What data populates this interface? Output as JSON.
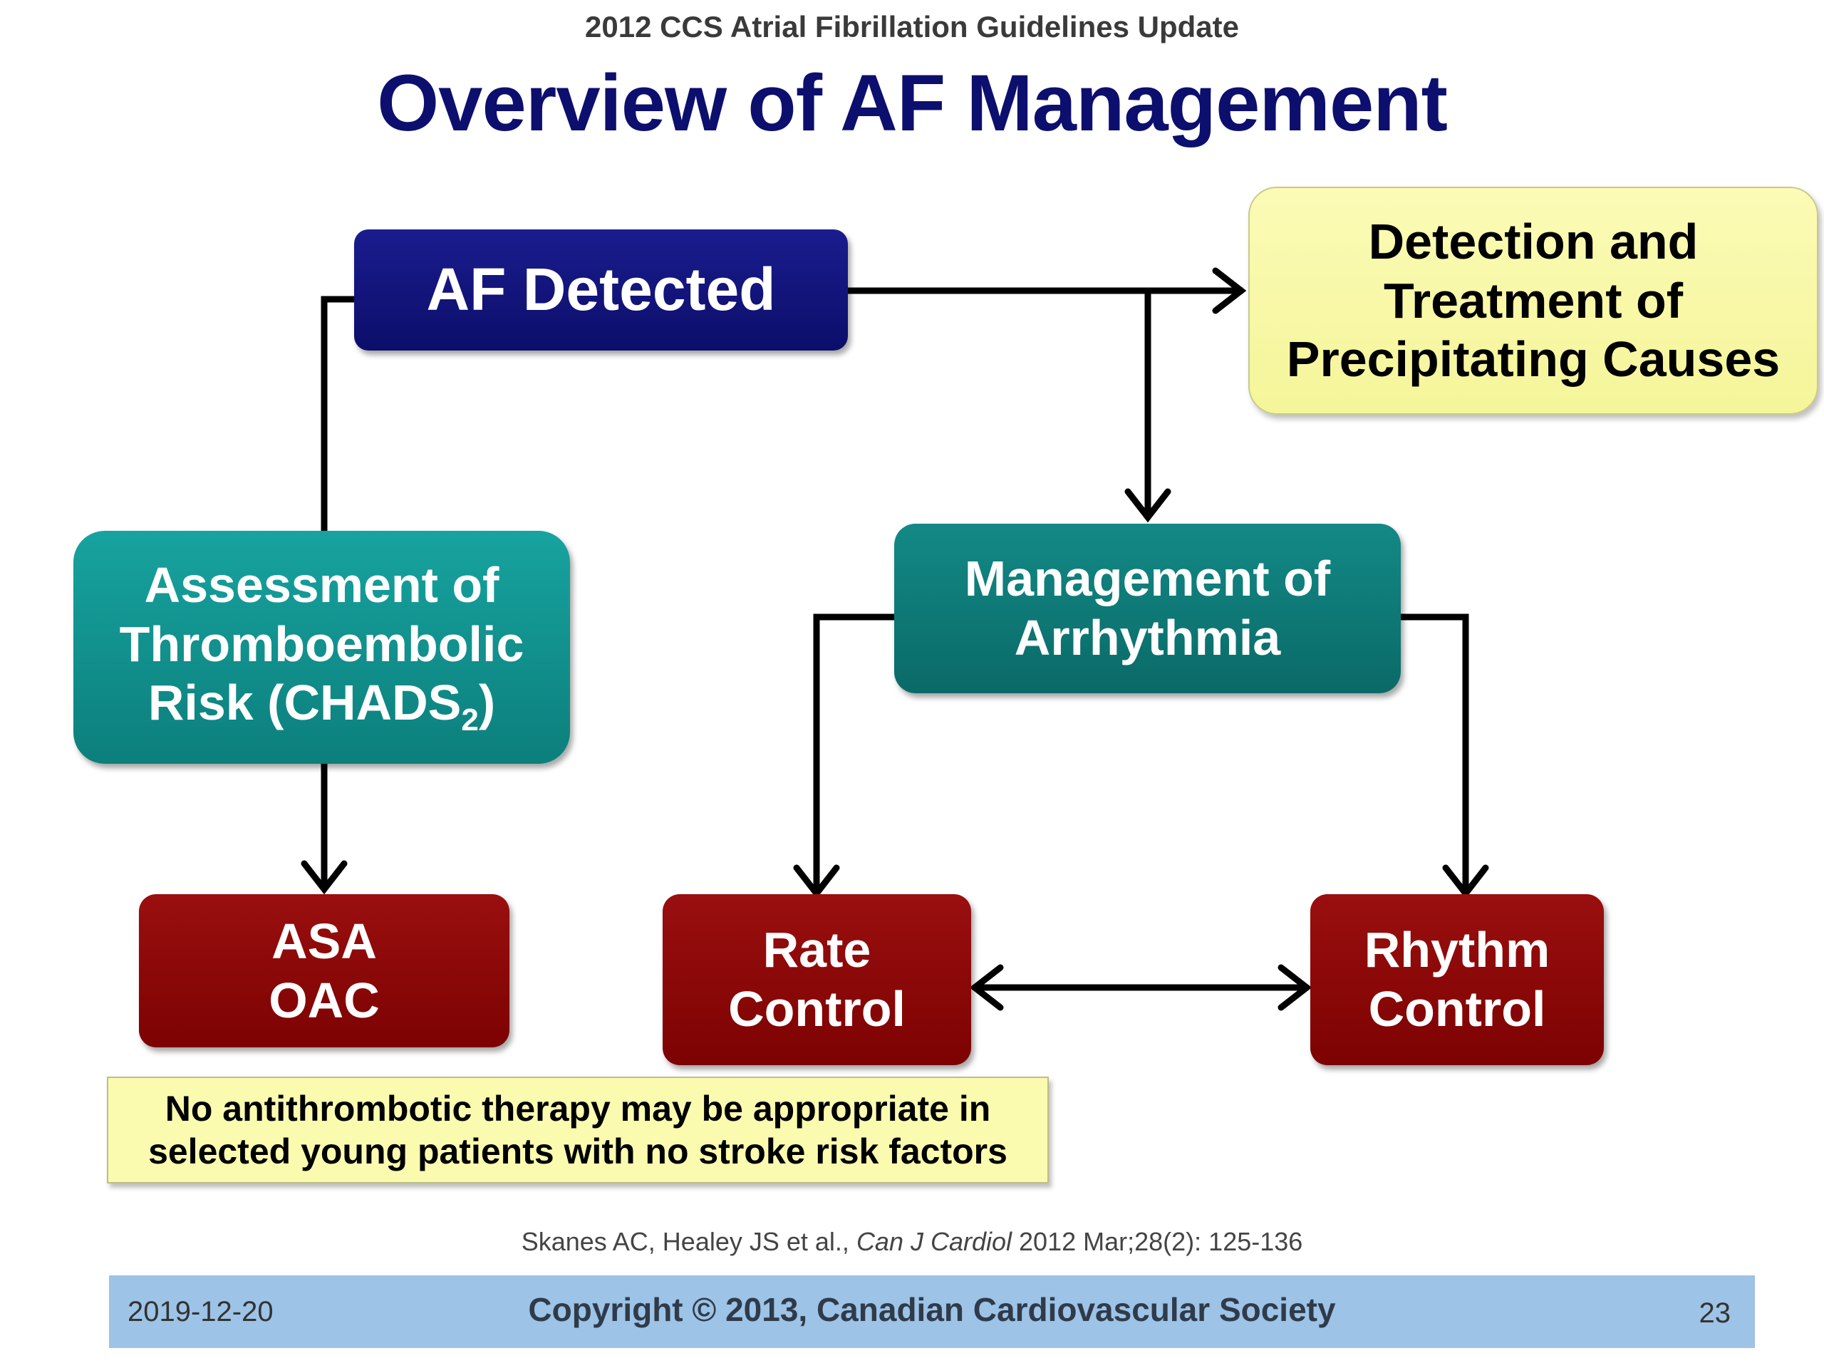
{
  "header": {
    "supertitle": "2012 CCS Atrial Fibrillation Guidelines Update",
    "title": "Overview of AF Management"
  },
  "nodes": {
    "af_detected": {
      "lines": [
        "AF Detected"
      ]
    },
    "precipitating": {
      "lines": [
        "Detection and",
        "Treatment of",
        "Precipitating Causes"
      ]
    },
    "assessment": {
      "lines": [
        "Assessment of",
        "Thromboembolic"
      ],
      "risk_prefix": "Risk (CHADS",
      "risk_sub": "2",
      "risk_suffix": ")"
    },
    "arrhythmia": {
      "lines": [
        "Management of",
        "Arrhythmia"
      ]
    },
    "asa_oac": {
      "lines": [
        "ASA",
        "OAC"
      ]
    },
    "rate_control": {
      "lines": [
        "Rate",
        "Control"
      ]
    },
    "rhythm_control": {
      "lines": [
        "Rhythm",
        "Control"
      ]
    }
  },
  "note": {
    "lines": [
      "No antithrombotic therapy may be appropriate in",
      "selected young patients with no stroke risk factors"
    ]
  },
  "citation": {
    "authors": "Skanes AC, Healey JS et al., ",
    "journal": "Can J Cardiol",
    "details": " 2012 Mar;28(2): 125-136"
  },
  "footer": {
    "date": "2019-12-20",
    "copyright": "Copyright © 2013, Canadian Cardiovascular Society",
    "page": "23"
  },
  "colors": {
    "navy": "#0c0e6a",
    "teal": "#0f8c89",
    "red": "#8a0808",
    "yellow": "#f8f8a8",
    "footer": "#9dc3e6"
  }
}
